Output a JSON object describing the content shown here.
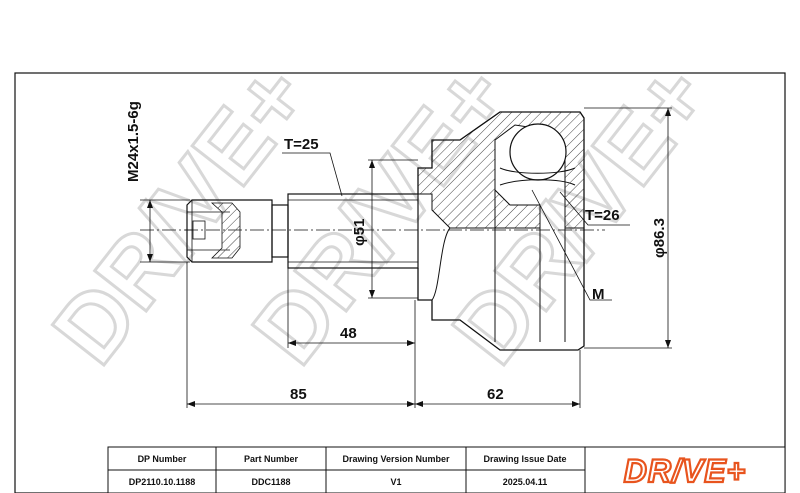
{
  "watermark": {
    "text": "DR/VE+"
  },
  "brand": {
    "logo_text": "DR/VE+",
    "logo_color": "#e8541e"
  },
  "dimensions": {
    "thread": "M24x1.5-6g",
    "shaft_teeth": "T=25",
    "shaft_diameter": "φ51",
    "housing_teeth": "T=26",
    "outer_diameter": "φ86.3",
    "marker": "M",
    "shaft_length": "48",
    "total_left_length": "85",
    "housing_length": "62"
  },
  "title_block": {
    "headers": [
      "DP Number",
      "Part Number",
      "Drawing Version Number",
      "Drawing Issue Date"
    ],
    "values": [
      "DP2110.10.1188",
      "DDC1188",
      "V1",
      "2025.04.11"
    ]
  },
  "colors": {
    "line": "#111111",
    "hatch": "#444444",
    "watermark": "#d8d8d8"
  }
}
